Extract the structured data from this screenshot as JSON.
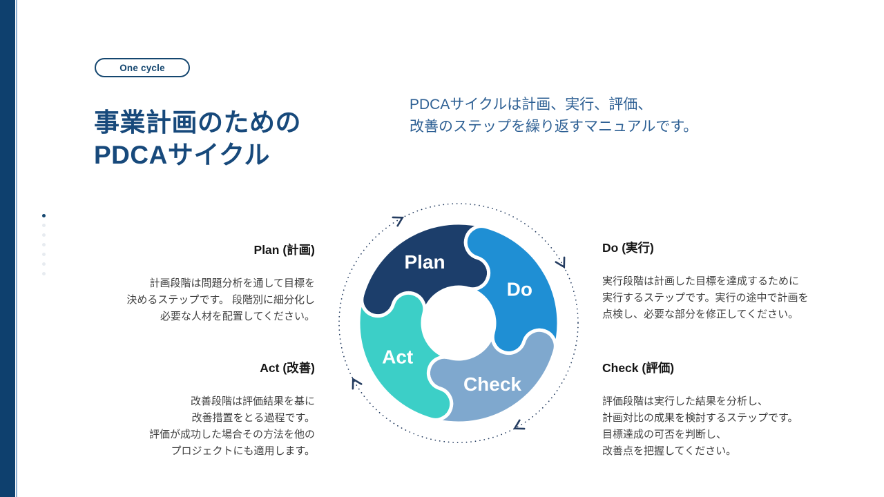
{
  "slide": {
    "badge_label": "One cycle",
    "title": "事業計画のための\nPDCAサイクル",
    "subtitle": "PDCAサイクルは計画、実行、評価、\n改善のステップを繰り返すマニュアルです。"
  },
  "colors": {
    "accent_navy": "#0E406E",
    "sidebar_edge": "#8FB0D2",
    "title_text": "#17497B",
    "subtitle_text": "#2E6094",
    "heading_text": "#151515",
    "body_text": "#3F3F3F",
    "ring": "#243C60",
    "active_dot": "#14466F",
    "inactive_dot": "#E7EBF0"
  },
  "diagram": {
    "type": "cycle",
    "direction": "clockwise",
    "center_label": "",
    "segments": [
      {
        "label": "Plan",
        "color": "#1C3E6B",
        "start_angle": 196
      },
      {
        "label": "Do",
        "color": "#1F8FD4",
        "start_angle": 286
      },
      {
        "label": "Check",
        "color": "#7FA8CE",
        "start_angle": 16
      },
      {
        "label": "Act",
        "color": "#3CCFC7",
        "start_angle": 106
      }
    ]
  },
  "blocks": {
    "plan": {
      "heading": "Plan (計画)",
      "body": "計画段階は問題分析を通して目標を\n決めるステップです。 段階別に細分化し\n必要な人材を配置してください。"
    },
    "do": {
      "heading": "Do (実行)",
      "body": "実行段階は計画した目標を達成するために\n実行するステップです。実行の途中で計画を\n点検し、必要な部分を修正してください。"
    },
    "act": {
      "heading": "Act (改善)",
      "body": "改善段階は評価結果を基に\n改善措置をとる過程です。\n評価が成功した場合その方法を他の\nプロジェクトにも適用します。"
    },
    "check": {
      "heading": "Check (評価)",
      "body": "評価段階は実行した結果を分析し、\n計画対比の成果を検討するステップです。\n目標達成の可否を判断し、\n改善点を把握してください。"
    }
  }
}
